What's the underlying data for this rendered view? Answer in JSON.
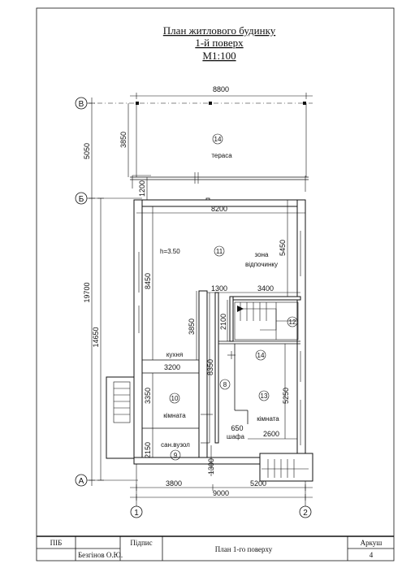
{
  "title": {
    "line1": "План житлового будинку",
    "line2": "1-й поверх",
    "line3": "М1:100"
  },
  "axes": {
    "rows": [
      "В",
      "Б",
      "А"
    ],
    "columns": [
      "1",
      "2"
    ]
  },
  "dimensions": {
    "top_total": "8800",
    "inner_total": "8200",
    "terrace_depth": "3850",
    "row_v_b": "5050",
    "row_b_gap": "1200",
    "total_height": "19700",
    "lower_height": "14650",
    "zone_right": "5450",
    "living_left": "8450",
    "stair_width": "3400",
    "small_1300_top": "1300",
    "kitchen_left": "3850",
    "stair_depth": "2100",
    "kitchen_width": "3200",
    "corridor": "8350",
    "room10_height": "3350",
    "room13_height": "5250",
    "wardrobe": "650",
    "room13_width": "2600",
    "bath_height": "2150",
    "small_1300_bottom": "1300",
    "bottom_left": "3800",
    "bottom_right": "5200",
    "bottom_total": "9000"
  },
  "rooms": [
    {
      "num": "14",
      "name": "тераса"
    },
    {
      "num": "11",
      "name": "зона"
    },
    {
      "num": "12",
      "name": ""
    },
    {
      "num": "14",
      "name": ""
    },
    {
      "num": "10",
      "name": "кімната"
    },
    {
      "num": "8",
      "name": ""
    },
    {
      "num": "13",
      "name": "кімната"
    },
    {
      "num": "9",
      "name": "сан.вузол"
    }
  ],
  "labels": {
    "zone_line2": "відпочинку",
    "height_mark": "h=3.50",
    "kitchen": "кухня",
    "wardrobe": "шафа"
  },
  "stamp": {
    "pib_label": "ПІБ",
    "pib_value": "Безгінов О.Ю.",
    "sign_label": "Підпис",
    "sheet_title": "План 1-го поверху",
    "sheet_label": "Аркуш",
    "sheet_number": "4"
  }
}
